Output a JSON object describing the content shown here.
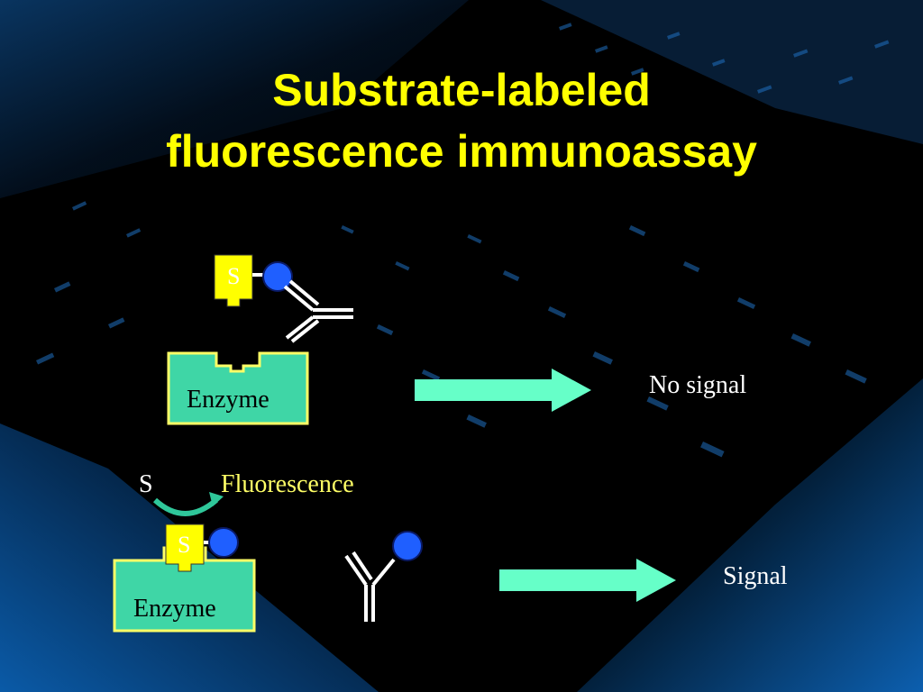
{
  "slide": {
    "title_line1": "Substrate-labeled",
    "title_line2": "fluorescence immunoassay"
  },
  "top_reaction": {
    "substrate_label": "S",
    "enzyme_label": "Enzyme",
    "result_label": "No signal"
  },
  "bottom_reaction": {
    "released_substrate_label": "S",
    "product_label": "Fluorescence",
    "substrate_label": "S",
    "enzyme_label": "Enzyme",
    "result_label": "Signal"
  },
  "colors": {
    "background": "#000000",
    "title": "#ffff00",
    "enzyme_fill": "#3fd6a6",
    "enzyme_border": "#ffff66",
    "substrate_fill": "#ffff00",
    "label_circle": "#1f5fff",
    "arrow": "#66ffc8",
    "fluorescence_text": "#ffff66"
  },
  "icons": [
    "substrate-tag-icon",
    "fluorescent-label-icon",
    "antibody-icon",
    "curved-arrow-icon",
    "right-arrow-icon"
  ]
}
